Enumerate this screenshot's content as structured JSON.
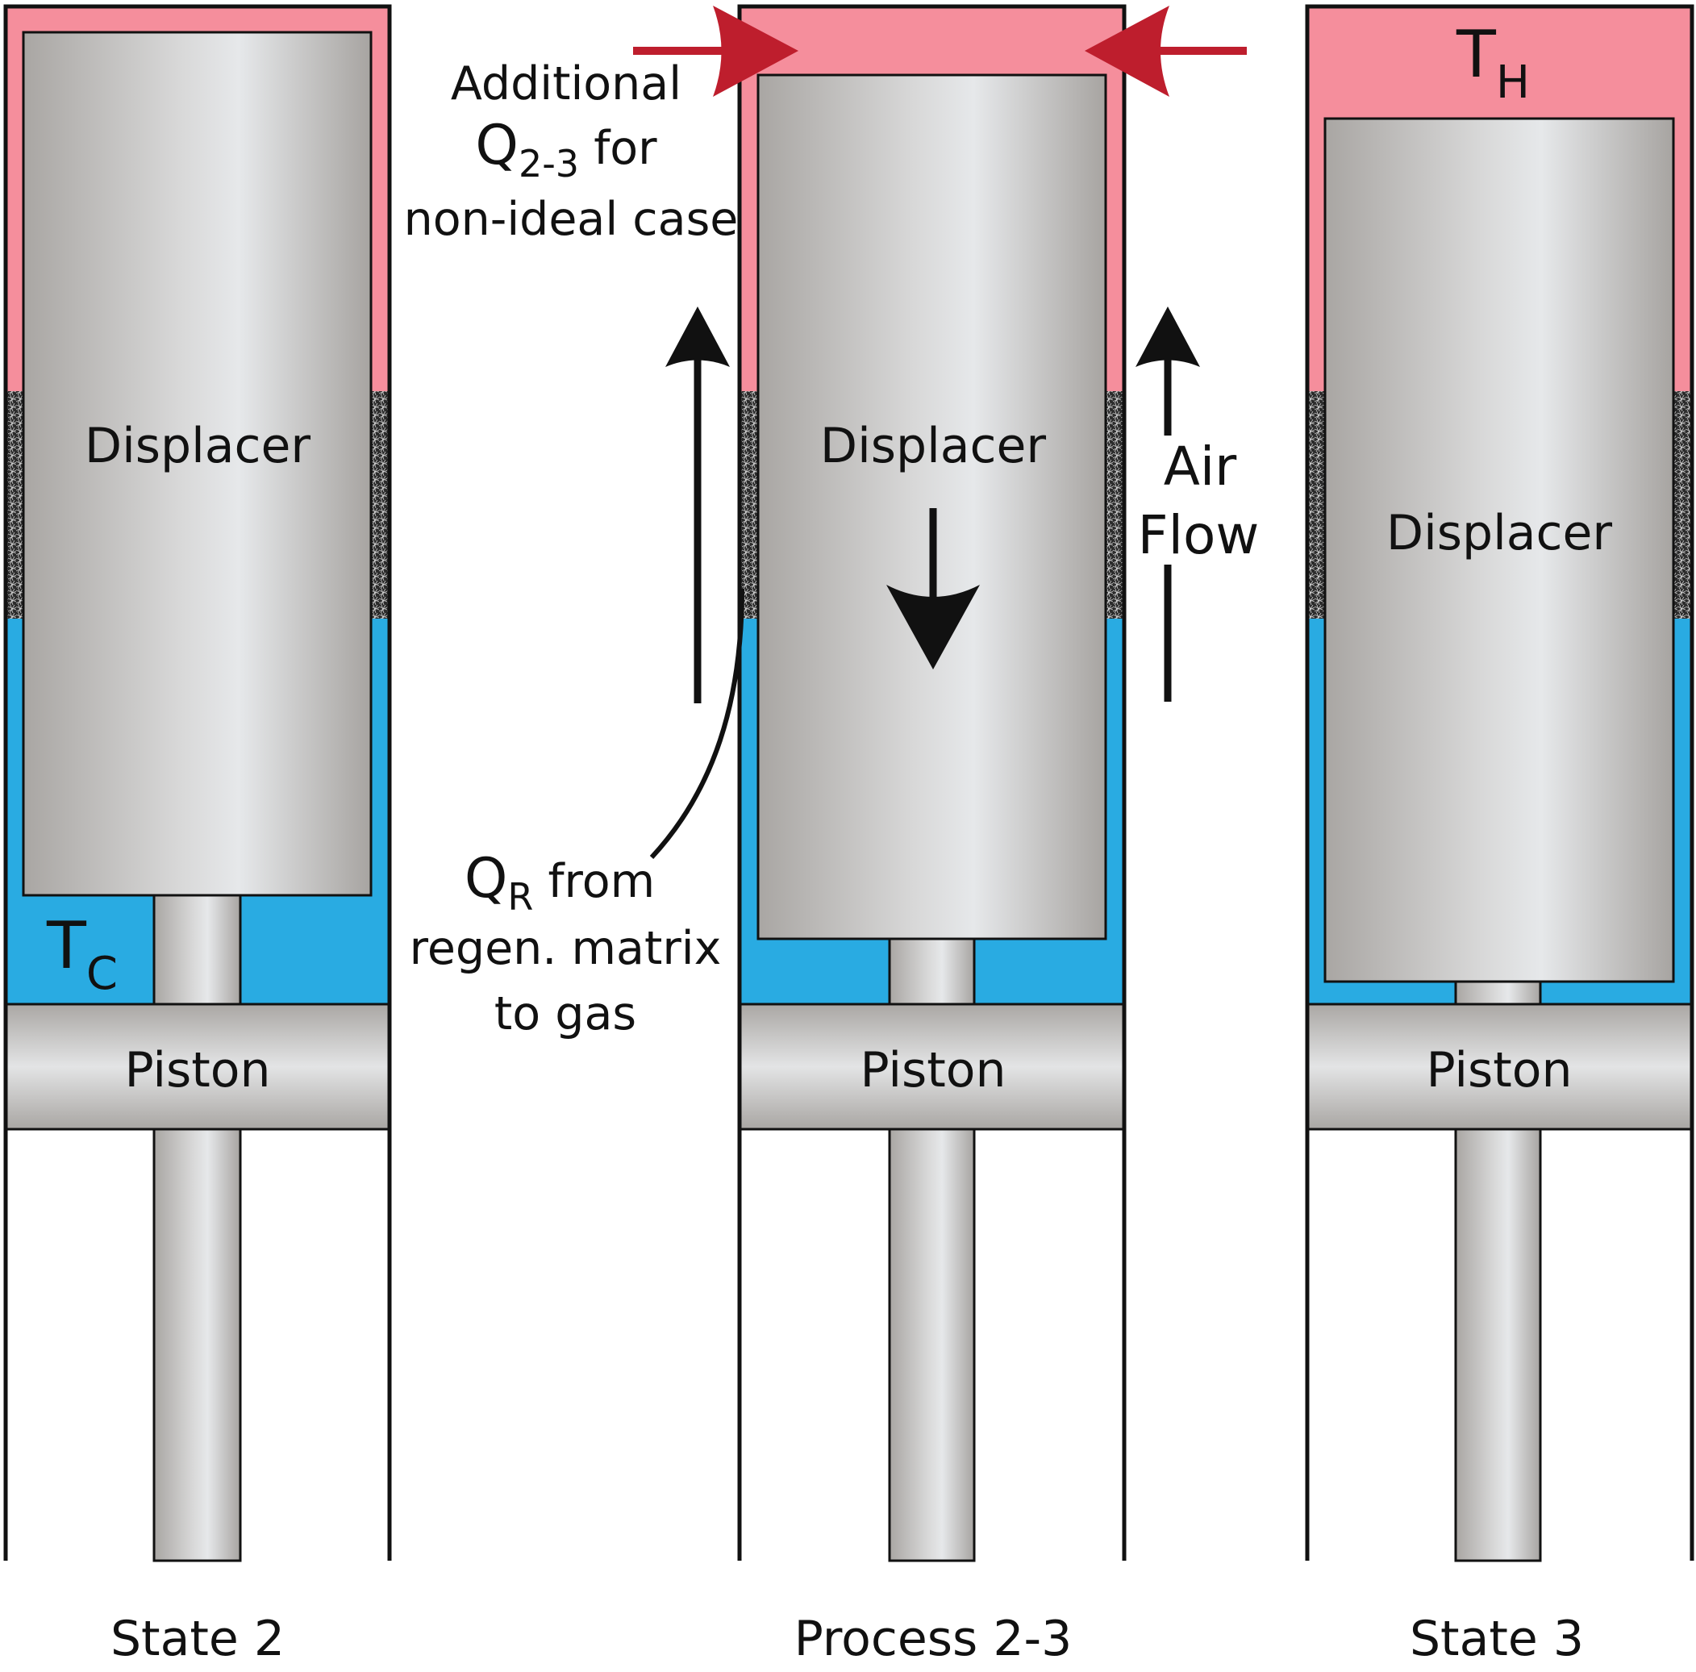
{
  "colors": {
    "hot": "#F58E9C",
    "cold": "#29ABE2",
    "metal_dark": "#A8A5A2",
    "metal_light": "#E4E6E8",
    "heat_arrow": "#BE1E2D",
    "outline": "#111111"
  },
  "state2": {
    "displacer_label": "Displacer",
    "piston_label": "Piston",
    "temp_letter": "T",
    "temp_sub": "C",
    "caption": "State 2"
  },
  "process23": {
    "displacer_label": "Displacer",
    "piston_label": "Piston",
    "caption": "Process 2-3",
    "heat_note": {
      "line1": "Additional",
      "q_letter": "Q",
      "q_sub": "2-3",
      "line2_rest": " for",
      "line3": "non-ideal case"
    },
    "regen_note": {
      "q_letter": "Q",
      "q_sub": "R",
      "line1_rest": " from",
      "line2": "regen. matrix",
      "line3": "to gas"
    },
    "airflow_line1": "Air",
    "airflow_line2": "Flow"
  },
  "state3": {
    "displacer_label": "Displacer",
    "piston_label": "Piston",
    "temp_letter": "T",
    "temp_sub": "H",
    "caption": "State 3"
  }
}
